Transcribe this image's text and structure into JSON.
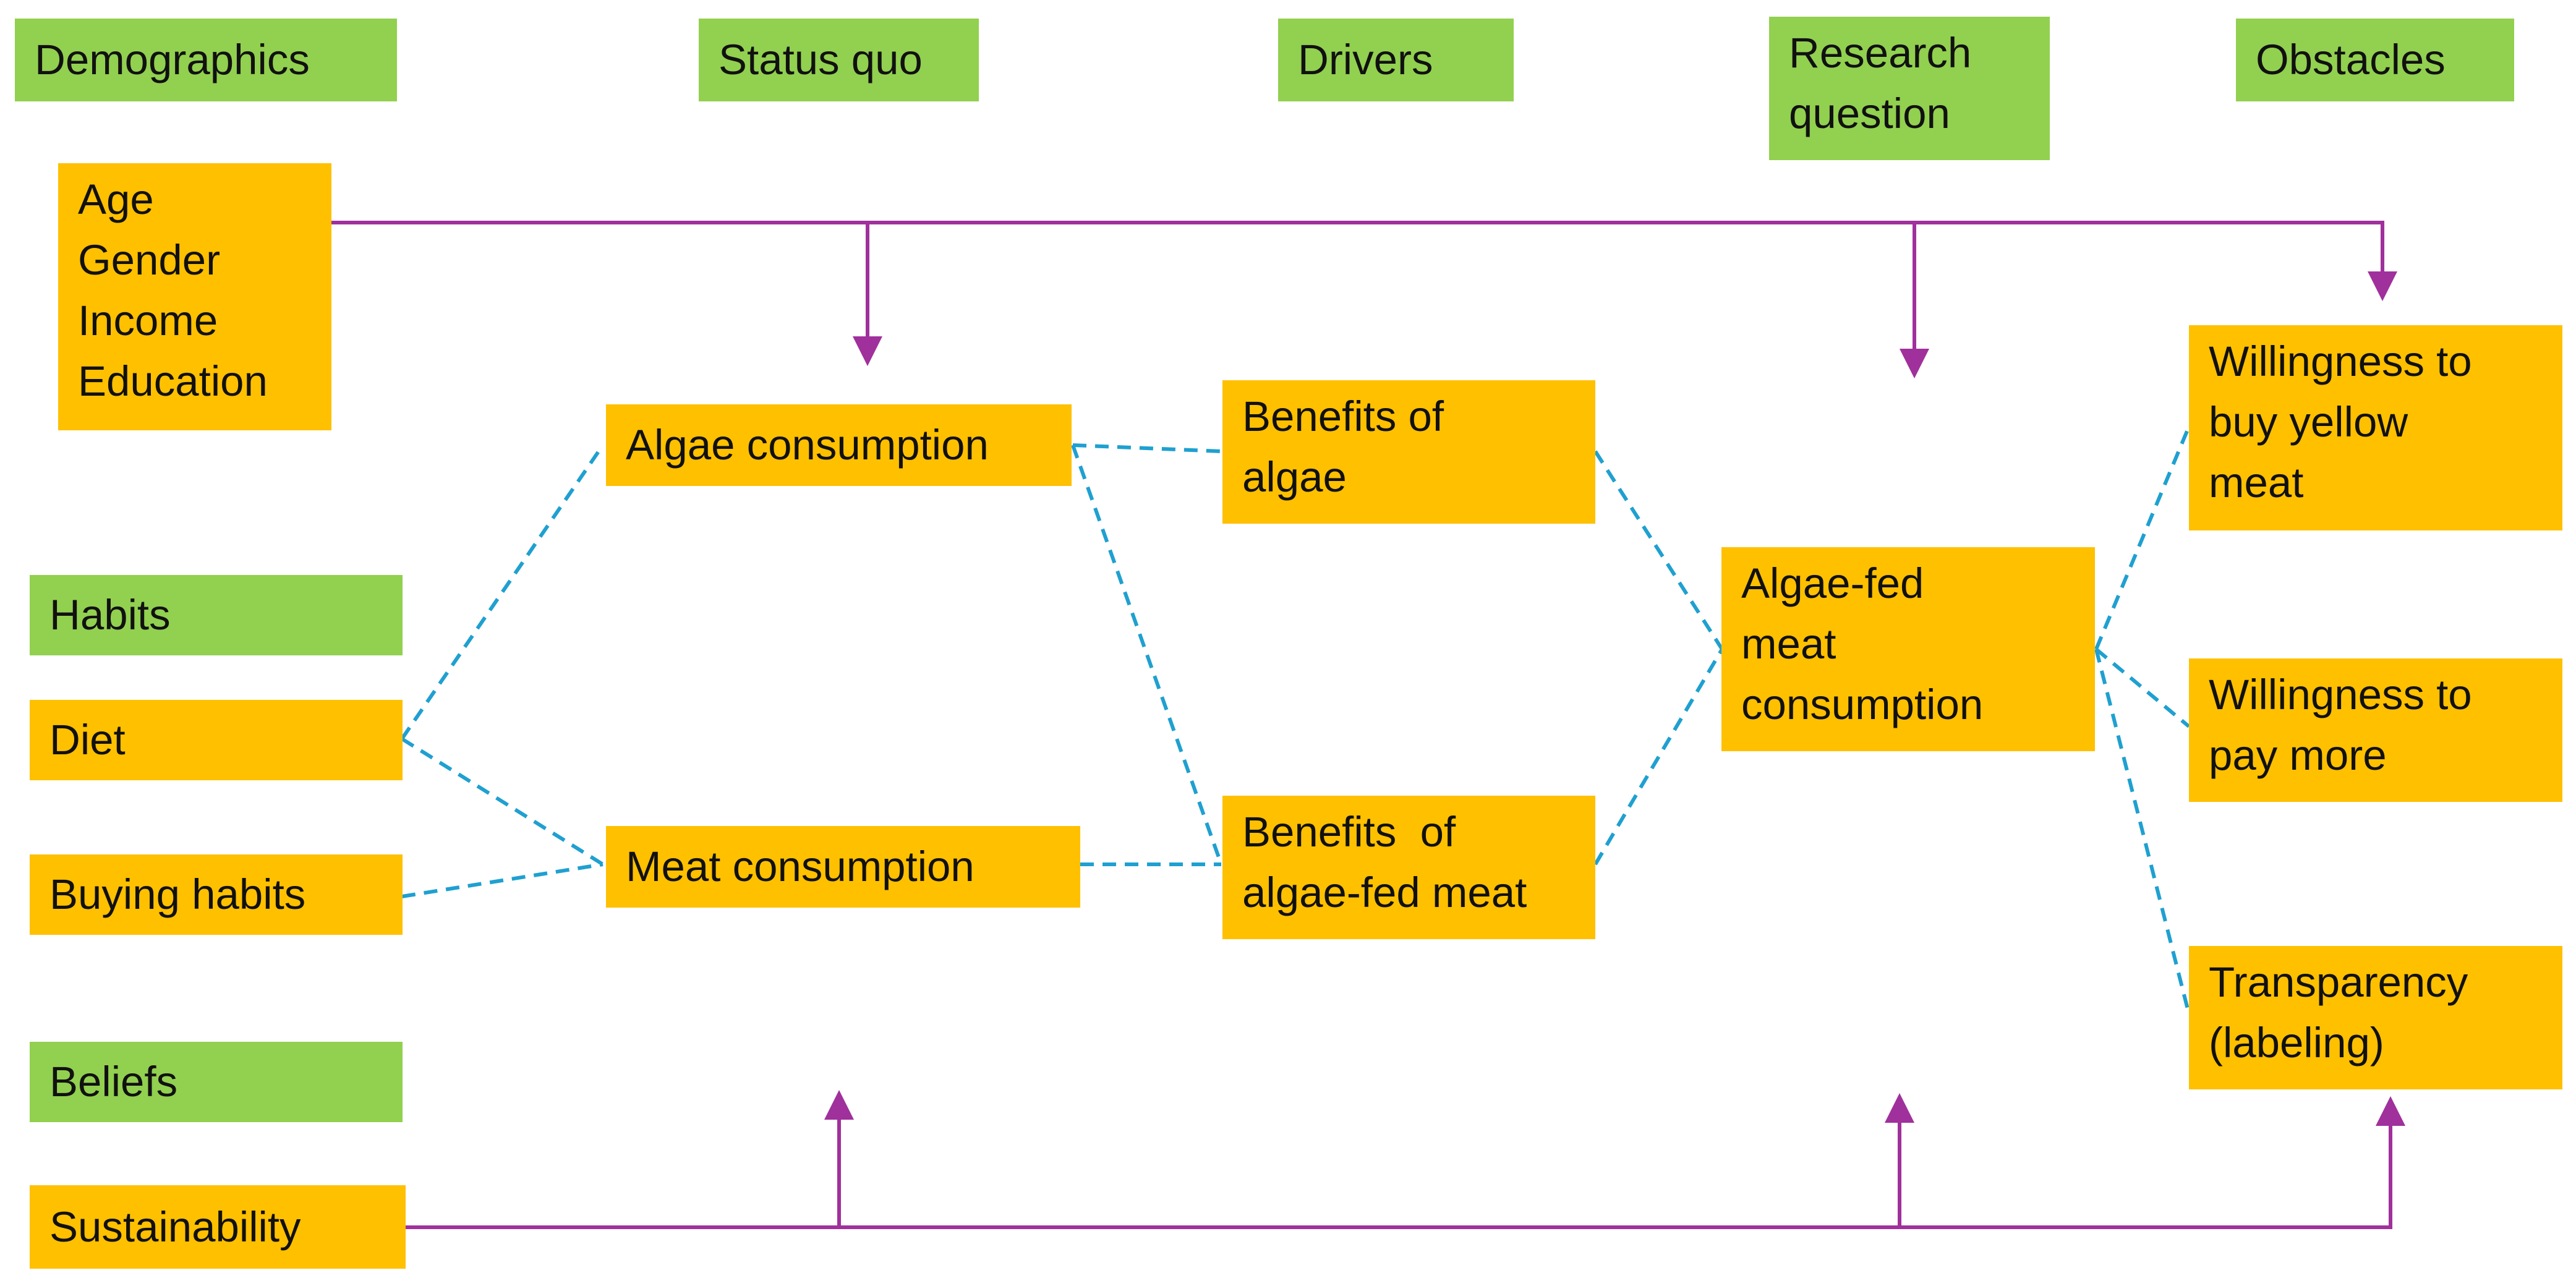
{
  "headers": {
    "demographics": "Demographics",
    "status_quo": "Status quo",
    "drivers": "Drivers",
    "research_question": [
      "Research",
      "question"
    ],
    "obstacles": "Obstacles"
  },
  "demographics_box": [
    "Age",
    "Gender",
    "Income",
    "Education"
  ],
  "categories": {
    "habits": "Habits",
    "beliefs": "Beliefs"
  },
  "habits_items": {
    "diet": "Diet",
    "buying_habits": "Buying habits"
  },
  "beliefs_items": {
    "sustainability": "Sustainability"
  },
  "status_quo_items": {
    "algae_consumption": "Algae consumption",
    "meat_consumption": "Meat consumption"
  },
  "drivers_items": {
    "benefits_algae": [
      "Benefits of",
      "algae"
    ],
    "benefits_algae_fed_meat": [
      "Benefits  of",
      "algae-fed meat"
    ]
  },
  "research_item": [
    "Algae-fed",
    "meat",
    "consumption"
  ],
  "obstacles_items": {
    "willingness_buy": [
      "Willingness to",
      "buy yellow",
      "meat"
    ],
    "willingness_pay": [
      "Willingness to",
      "pay more"
    ],
    "transparency": [
      "Transparency",
      "(labeling)"
    ]
  },
  "colors": {
    "header_fill": "#92D050",
    "node_fill": "#FFC000",
    "solid_arrow": "#A0309C",
    "dashed_link": "#1FA0D0"
  }
}
